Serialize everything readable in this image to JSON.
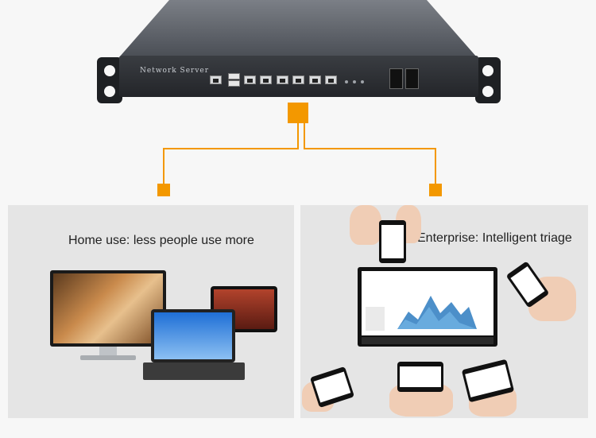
{
  "server": {
    "label": "Network Server"
  },
  "home": {
    "caption": "Home use: less people use more"
  },
  "enterprise": {
    "caption": "Enterprise: Intelligent triage"
  },
  "colors": {
    "accent": "#f39800",
    "panel": "#e5e5e5",
    "background": "#f7f7f7"
  }
}
